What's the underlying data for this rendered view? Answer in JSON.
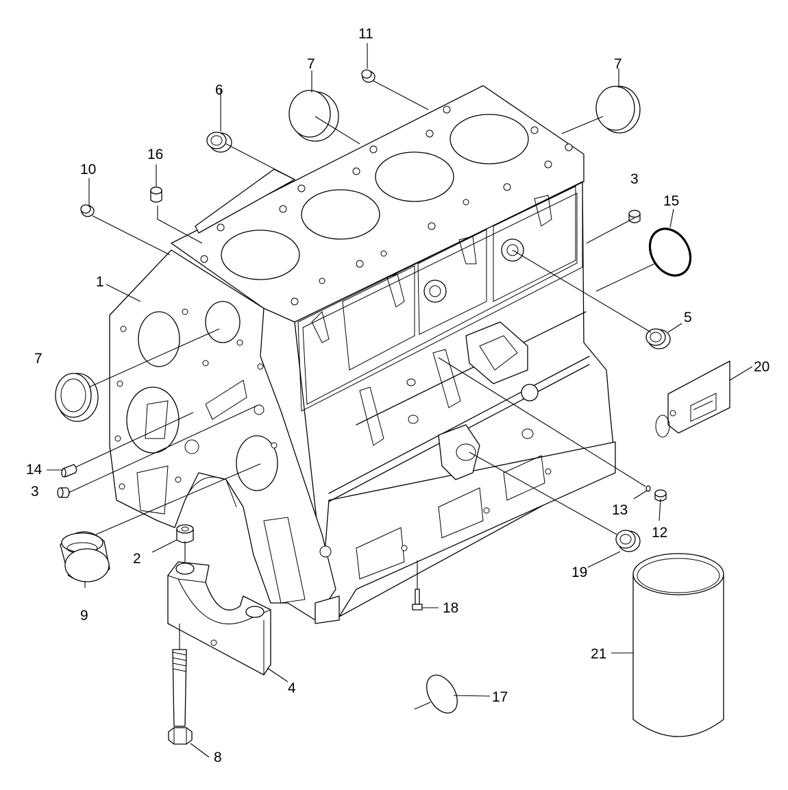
{
  "callouts": {
    "c1": "1",
    "c2": "2",
    "c3a": "3",
    "c3b": "3",
    "c4": "4",
    "c5": "5",
    "c6": "6",
    "c7a": "7",
    "c7b": "7",
    "c7c": "7",
    "c8": "8",
    "c9": "9",
    "c10": "10",
    "c11": "11",
    "c12": "12",
    "c13": "13",
    "c14": "14",
    "c15": "15",
    "c16": "16",
    "c17": "17",
    "c18": "18",
    "c19": "19",
    "c20": "20",
    "c21": "21"
  }
}
